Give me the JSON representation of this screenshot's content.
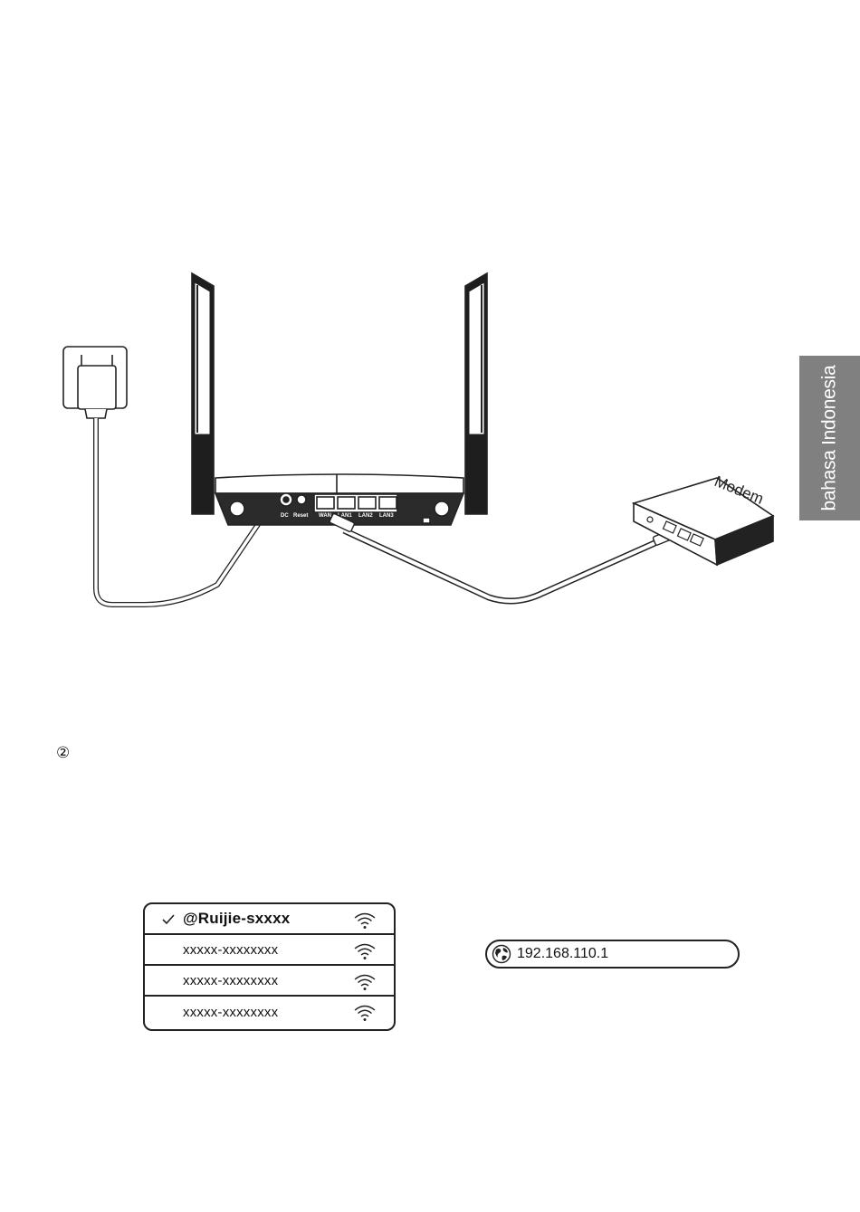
{
  "side_tab": {
    "label": "bahasa Indonesia"
  },
  "diagram": {
    "modem_label": "Modem",
    "port_labels": [
      "DC",
      "Reset",
      "WAN",
      "LAN1",
      "LAN2",
      "LAN3"
    ]
  },
  "step": {
    "marker": "②"
  },
  "wifi_list": {
    "networks": [
      {
        "name": "@Ruijie-sxxxx",
        "connected": true,
        "icon": "wifi-icon"
      },
      {
        "name": "xxxxx-xxxxxxxx",
        "connected": false,
        "icon": "wifi-icon"
      },
      {
        "name": "xxxxx-xxxxxxxx",
        "connected": false,
        "icon": "wifi-icon"
      },
      {
        "name": "xxxxx-xxxxxxxx",
        "connected": false,
        "icon": "wifi-icon"
      }
    ]
  },
  "browser": {
    "address": "192.168.110.1",
    "icon": "globe-icon"
  }
}
